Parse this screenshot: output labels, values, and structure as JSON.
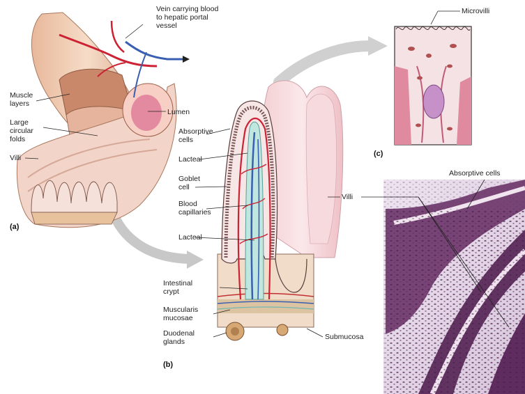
{
  "panels": {
    "a": {
      "tag": "(a)",
      "labels": {
        "vein": "Vein carrying blood to hepatic portal vessel",
        "muscle_layers": "Muscle layers",
        "lumen": "Lumen",
        "circular_folds": "Large circular folds",
        "villi": "Villi"
      }
    },
    "b": {
      "tag": "(b)",
      "labels": {
        "absorptive_cells": "Absorptive cells",
        "lacteal_top": "Lacteal",
        "goblet_cell": "Goblet cell",
        "blood_capillaries": "Blood capillaries",
        "lacteal_bottom": "Lacteal",
        "villi": "Villi",
        "intestinal_crypt": "Intestinal crypt",
        "muscularis_mucosae": "Muscularis mucosae",
        "duodenal_glands": "Duodenal glands",
        "submucosa": "Submucosa"
      }
    },
    "c": {
      "tag": "(c)",
      "labels": {
        "microvilli": "Microvilli"
      }
    },
    "d": {
      "labels": {
        "absorptive_cells": "Absorptive cells"
      }
    }
  },
  "colors": {
    "tissue_pink": "#f0c8c0",
    "muscle_tan": "#d8a080",
    "artery_red": "#cc2233",
    "vein_blue": "#3a5fb0",
    "lacteal_teal": "#8fd0c8",
    "stain_purple": "#5a2a5a",
    "arrow_gray": "#c8c8c8"
  }
}
